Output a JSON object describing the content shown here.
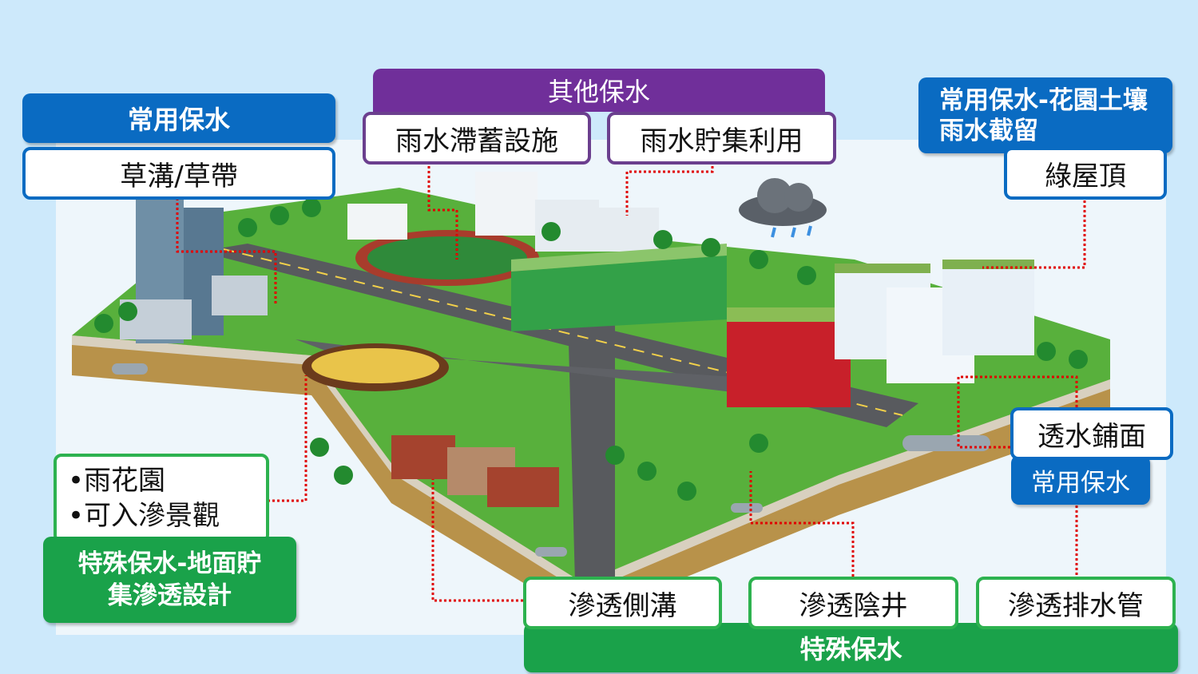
{
  "labels": {
    "other_header": "其他保水",
    "rain_detention": "雨水滯蓄設施",
    "rain_harvest": "雨水貯集利用",
    "common_header_left": "常用保水",
    "grass_swale": "草溝/草帶",
    "common_header_right": "常用保水-花園土壤雨水截留",
    "green_roof": "綠屋頂",
    "permeable_pavement": "透水鋪面",
    "common_header_pavement": "常用保水",
    "rain_garden_items": [
      "•雨花園",
      "•可入滲景觀"
    ],
    "special_header_left": "特殊保水-地面貯集滲透設計",
    "infiltration_trench": "滲透側溝",
    "infiltration_well": "滲透陰井",
    "infiltration_pipe": "滲透排水管",
    "special_footer": "特殊保水"
  },
  "colors": {
    "common_blue": "#0a6bc2",
    "special_green": "#1aa24a",
    "other_purple": "#702f9a",
    "leader_red": "#e00000",
    "background": "#cde9fb"
  },
  "icons": [
    "rain-cloud-icon"
  ]
}
